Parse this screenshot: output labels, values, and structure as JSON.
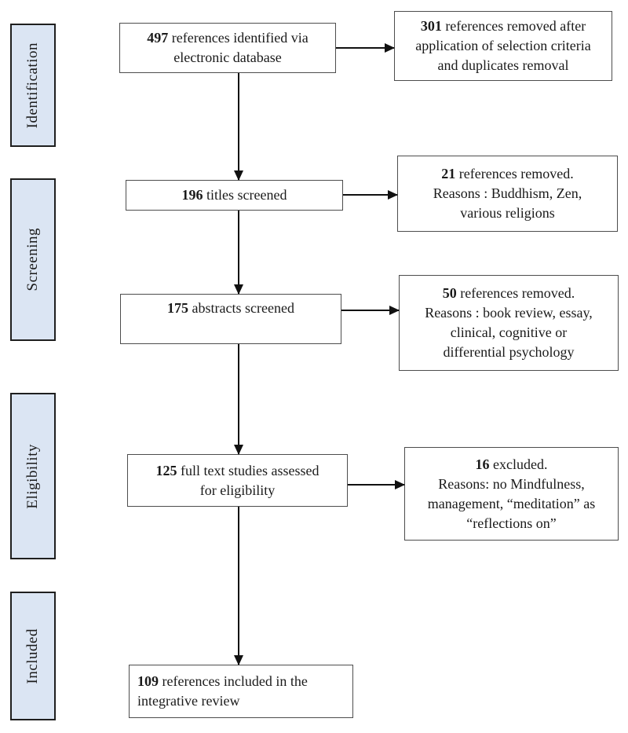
{
  "stages": [
    {
      "label": "Identification"
    },
    {
      "label": "Screening"
    },
    {
      "label": "Eligibility"
    },
    {
      "label": "Included"
    }
  ],
  "flow_boxes": [
    {
      "count": "497",
      "rest": " references identified via\nelectronic database"
    },
    {
      "count": "196",
      "rest": " titles screened"
    },
    {
      "count": "175",
      "rest": " abstracts screened"
    },
    {
      "count": "125",
      "rest": " full text studies assessed\nfor eligibility"
    },
    {
      "count": "109",
      "rest": " references included in the\nintegrative review"
    }
  ],
  "exclusion_boxes": [
    {
      "count": "301",
      "rest": " references removed after\napplication of selection criteria\nand duplicates removal"
    },
    {
      "count": "21",
      "rest": " references removed.\nReasons : Buddhism, Zen,\nvarious religions"
    },
    {
      "count": "50",
      "rest": " references removed.\nReasons : book review, essay,\nclinical, cognitive or\ndifferential psychology"
    },
    {
      "count": "16",
      "rest": " excluded.\nReasons: no Mindfulness,\nmanagement, “meditation” as\n“reflections on”"
    }
  ],
  "colors": {
    "stage_fill": "#dbe5f3",
    "stage_border": "#1f1f1f",
    "box_border": "#4d4d4d",
    "arrow": "#111111",
    "text": "#1a1a1a"
  }
}
